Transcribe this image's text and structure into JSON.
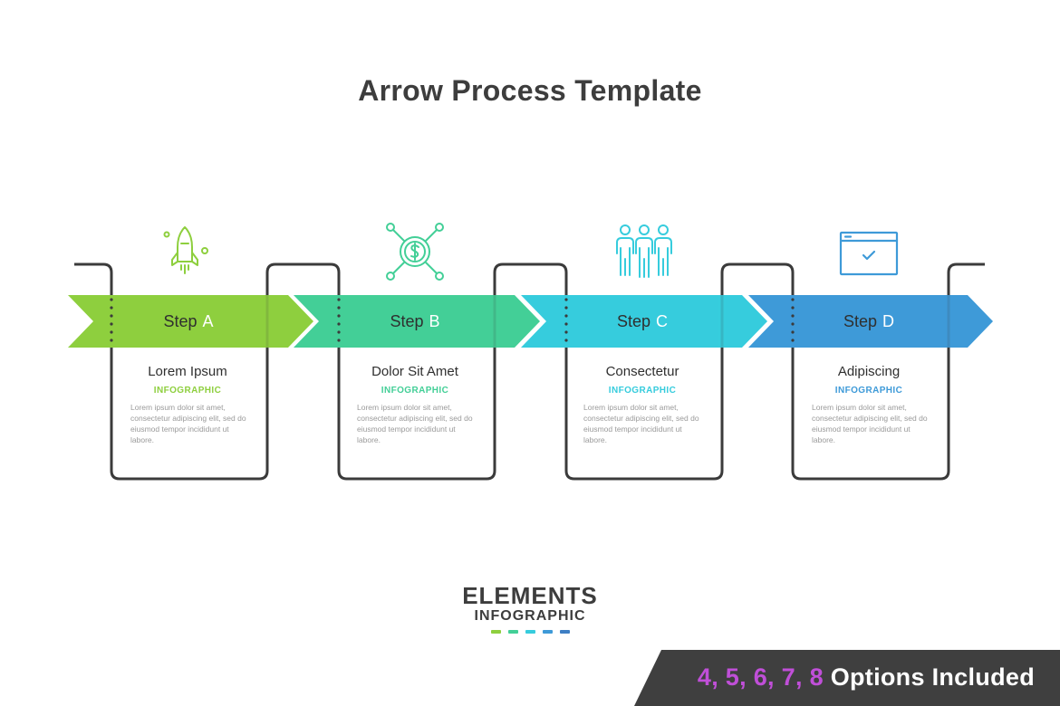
{
  "title": "Arrow Process Template",
  "colors": {
    "step_a": "#8ecf3e",
    "step_b": "#43cf97",
    "step_c": "#36ccdd",
    "step_d": "#3e9ad8",
    "outline": "#3b3b3b",
    "badge_bg": "#3f3f3f",
    "badge_numbers": "#c04fd8"
  },
  "steps": [
    {
      "label": "Step",
      "letter": "A",
      "heading": "Lorem Ipsum",
      "subheading": "INFOGRAPHIC",
      "body": "Lorem ipsum dolor sit amet, consectetur adipiscing elit, sed do eiusmod tempor incididunt ut labore.",
      "icon": "rocket-icon"
    },
    {
      "label": "Step",
      "letter": "B",
      "heading": "Dolor Sit Amet",
      "subheading": "INFOGRAPHIC",
      "body": "Lorem ipsum dolor sit amet, consectetur adipiscing elit, sed do eiusmod tempor incididunt ut labore.",
      "icon": "dollar-network-icon"
    },
    {
      "label": "Step",
      "letter": "C",
      "heading": "Consectetur",
      "subheading": "INFOGRAPHIC",
      "body": "Lorem ipsum dolor sit amet, consectetur adipiscing elit, sed do eiusmod tempor incididunt ut labore.",
      "icon": "team-icon"
    },
    {
      "label": "Step",
      "letter": "D",
      "heading": "Adipiscing",
      "subheading": "INFOGRAPHIC",
      "body": "Lorem ipsum dolor sit amet, consectetur adipiscing elit, sed do eiusmod tempor incididunt ut labore.",
      "icon": "browser-check-icon"
    }
  ],
  "brand": {
    "top": "ELEMENTS",
    "bottom": "INFOGRAPHIC"
  },
  "badge": {
    "numbers": "4, 5, 6, 7, 8",
    "text": "Options Included"
  }
}
